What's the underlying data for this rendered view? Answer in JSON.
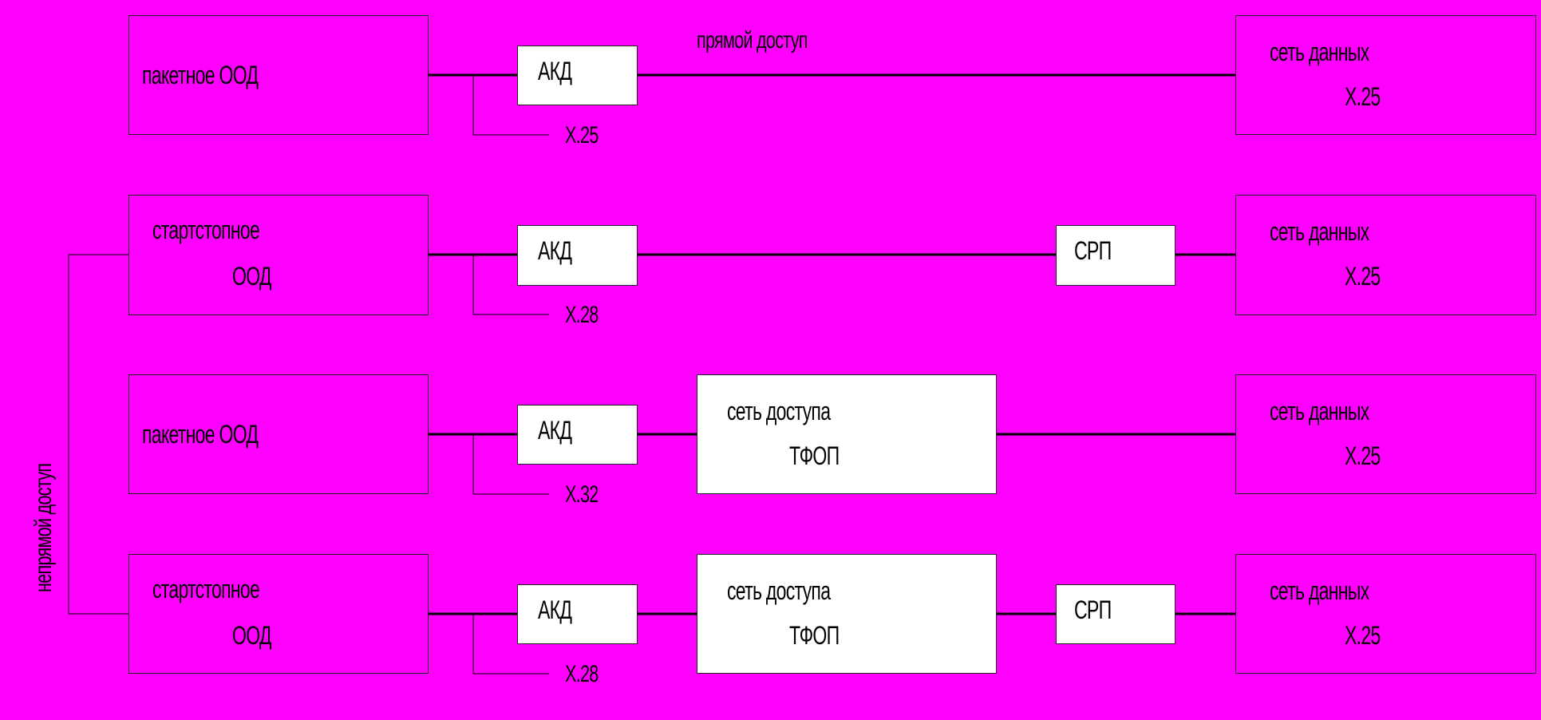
{
  "direct_access_label": "прямой доступ",
  "indirect_access_label": "непрямой доступ",
  "rows": [
    {
      "dte": [
        "пакетное ООД"
      ],
      "akd": "АКД",
      "interface": "X.25",
      "access_net": null,
      "srp": null,
      "data_net": [
        "сеть данных",
        "X.25"
      ]
    },
    {
      "dte": [
        "стартстопное",
        "ООД"
      ],
      "akd": "АКД",
      "interface": "X.28",
      "access_net": null,
      "srp": "СРП",
      "data_net": [
        "сеть данных",
        "X.25"
      ]
    },
    {
      "dte": [
        "пакетное ООД"
      ],
      "akd": "АКД",
      "interface": "X.32",
      "access_net": [
        "сеть доступа",
        "ТФОП"
      ],
      "srp": null,
      "data_net": [
        "сеть данных",
        "X.25"
      ]
    },
    {
      "dte": [
        "стартстопное",
        "ООД"
      ],
      "akd": "АКД",
      "interface": "X.28",
      "access_net": [
        "сеть доступа",
        "ТФОП"
      ],
      "srp": "СРП",
      "data_net": [
        "сеть данных",
        "X.25"
      ]
    }
  ],
  "colors": {
    "background": "#ff00ff",
    "box_stroke": "#222222",
    "line": "#000000",
    "white_box": "#ffffff"
  }
}
